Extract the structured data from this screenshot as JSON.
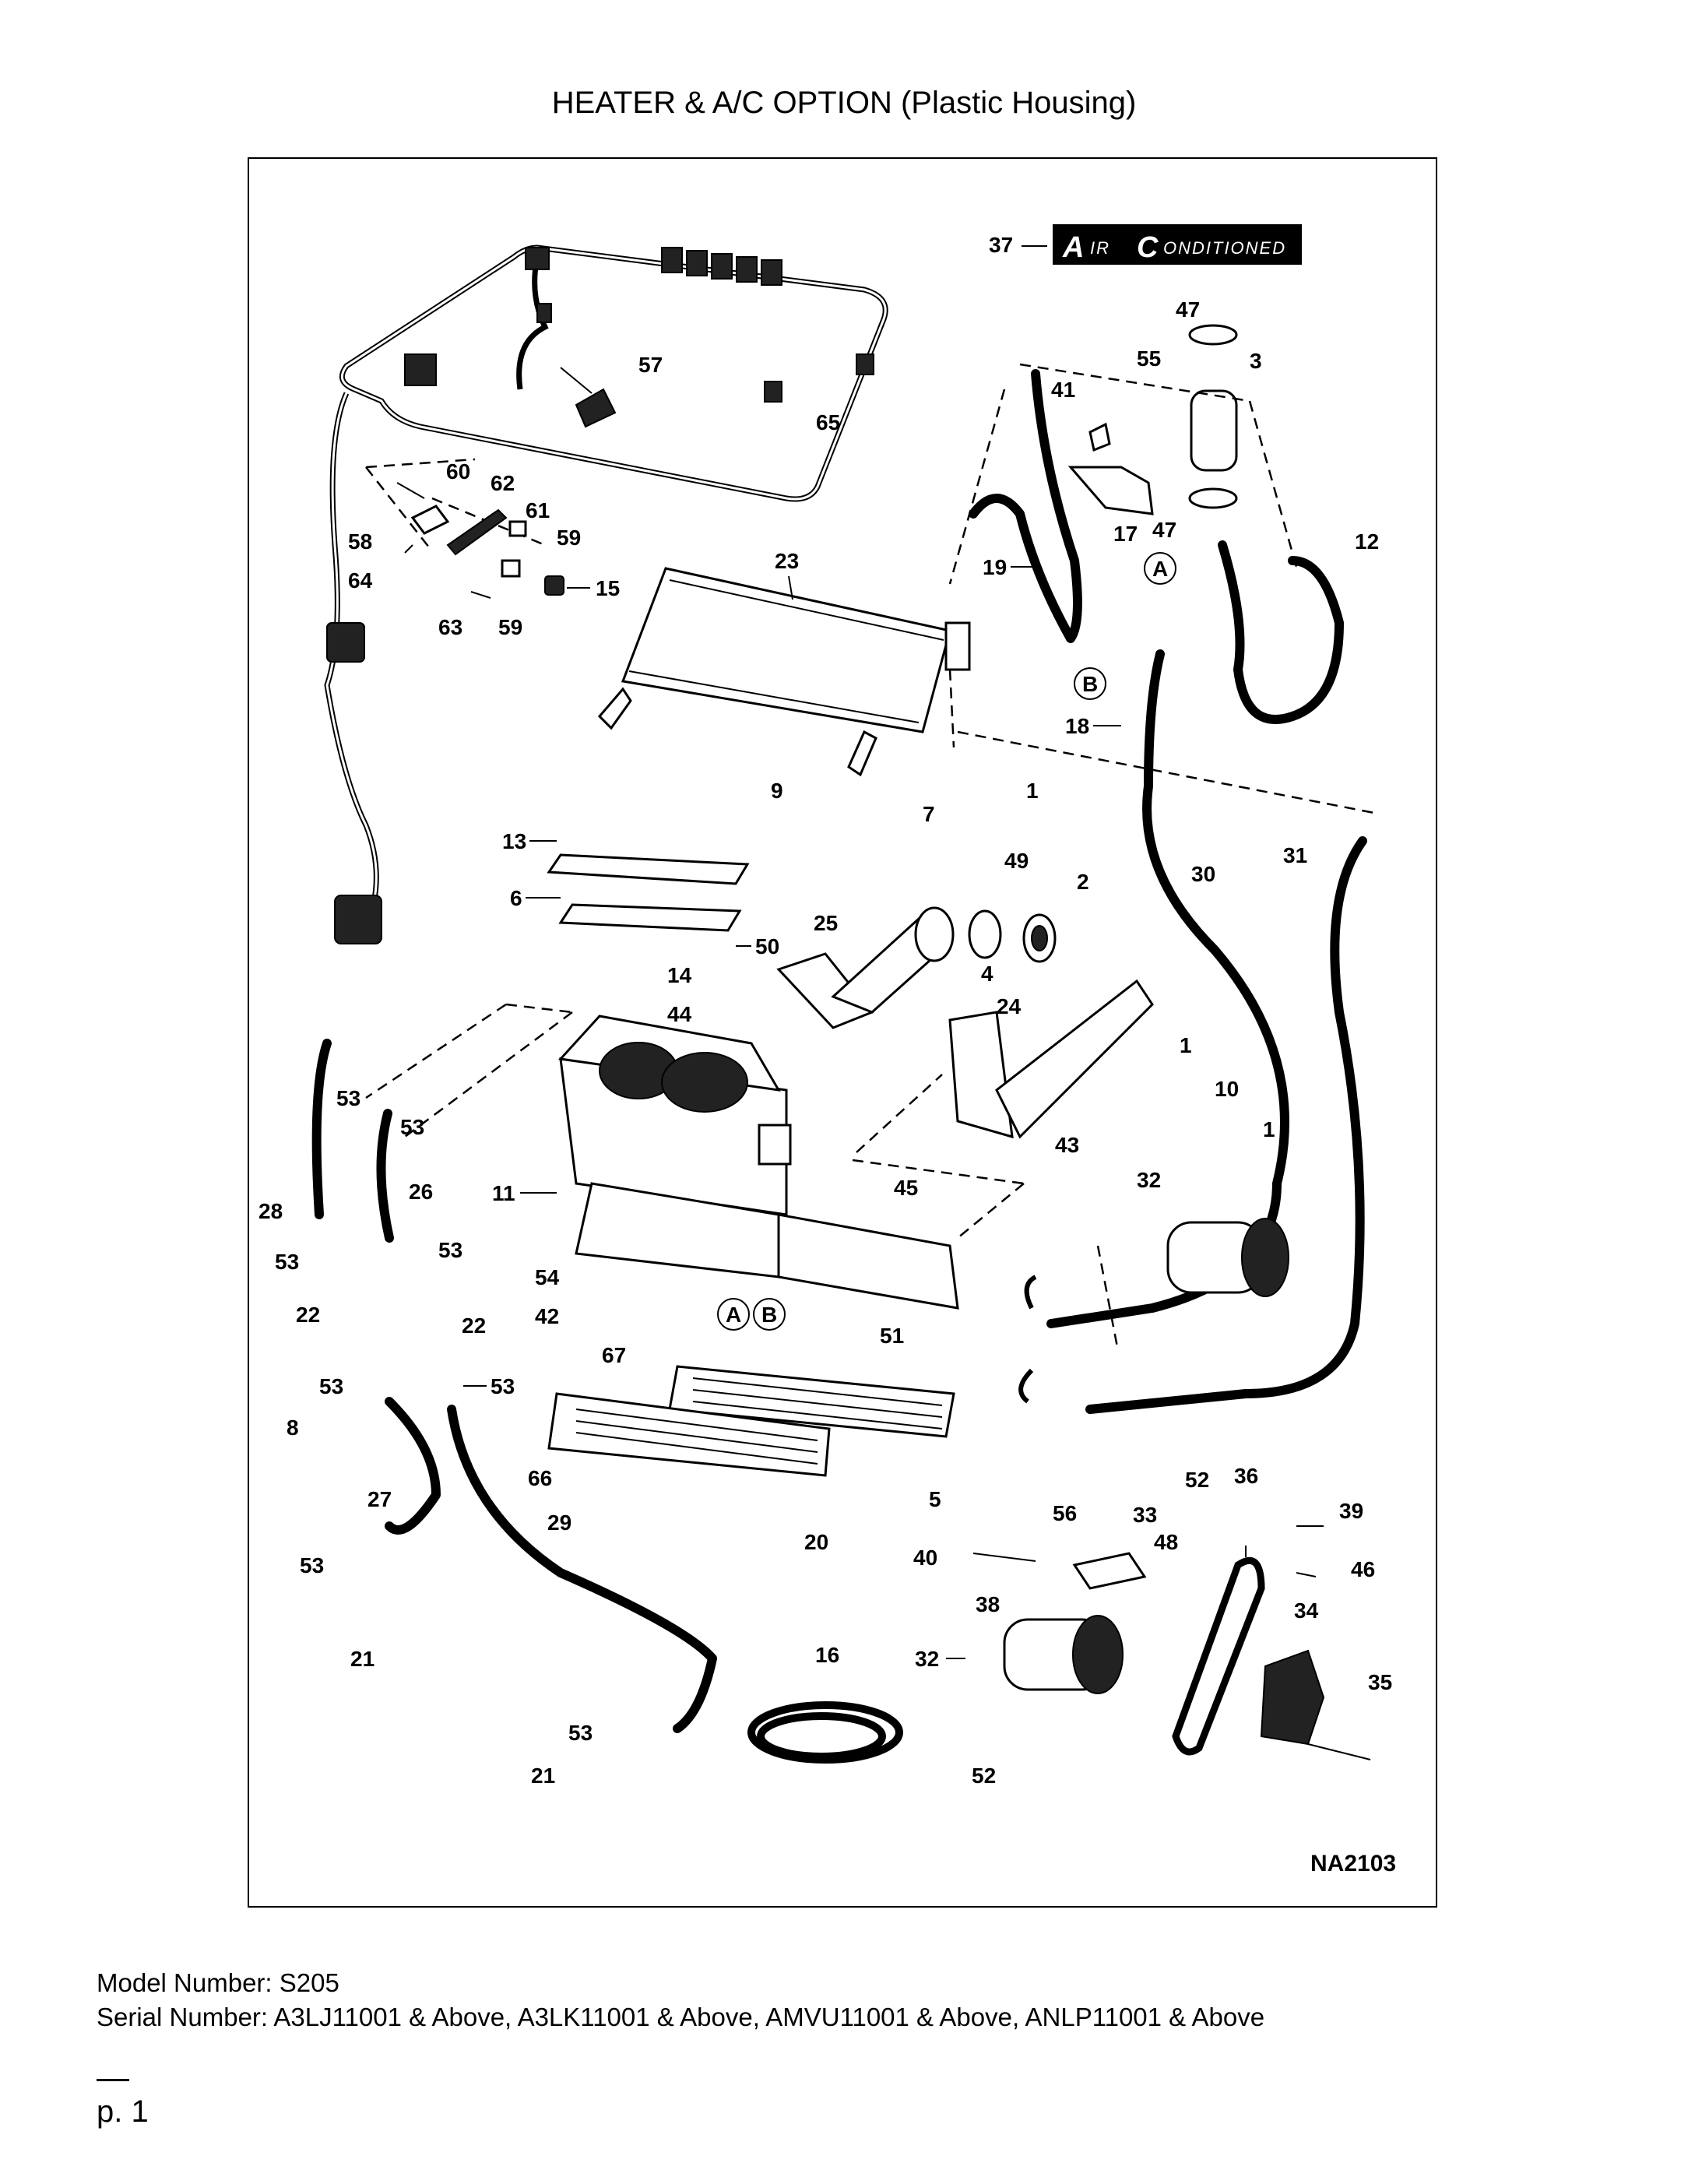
{
  "header": {
    "title": "HEATER & A/C OPTION (Plastic Housing)"
  },
  "diagram": {
    "code": "NA2103",
    "badge": {
      "number": "37",
      "letter1": "A",
      "text1": "IR",
      "letter2": "C",
      "text2": "ONDITIONED"
    },
    "callouts": {
      "c1": "1",
      "c2": "2",
      "c3": "3",
      "c4": "4",
      "c5": "5",
      "c6": "6",
      "c7": "7",
      "c8": "8",
      "c9": "9",
      "c10": "10",
      "c11": "11",
      "c12": "12",
      "c13": "13",
      "c14": "14",
      "c15": "15",
      "c16": "16",
      "c17": "17",
      "c18": "18",
      "c19": "19",
      "c20": "20",
      "c21": "21",
      "c22": "22",
      "c23": "23",
      "c24": "24",
      "c25": "25",
      "c26": "26",
      "c27": "27",
      "c28": "28",
      "c29": "29",
      "c30": "30",
      "c31": "31",
      "c32": "32",
      "c33": "33",
      "c34": "34",
      "c35": "35",
      "c36": "36",
      "c38": "38",
      "c39": "39",
      "c40": "40",
      "c41": "41",
      "c42": "42",
      "c43": "43",
      "c44": "44",
      "c45": "45",
      "c46": "46",
      "c47": "47",
      "c48": "48",
      "c49": "49",
      "c50": "50",
      "c51": "51",
      "c52": "52",
      "c53": "53",
      "c54": "54",
      "c55": "55",
      "c56": "56",
      "c57": "57",
      "c58": "58",
      "c59": "59",
      "c60": "60",
      "c61": "61",
      "c62": "62",
      "c63": "63",
      "c64": "64",
      "c65": "65",
      "c66": "66",
      "c67": "67",
      "cA": "A",
      "cB": "B"
    }
  },
  "footer": {
    "model": "Model Number: S205",
    "serial": "Serial Number: A3LJ11001 & Above, A3LK11001 & Above, AMVU11001 & Above, ANLP11001 & Above",
    "page": "p. 1"
  }
}
